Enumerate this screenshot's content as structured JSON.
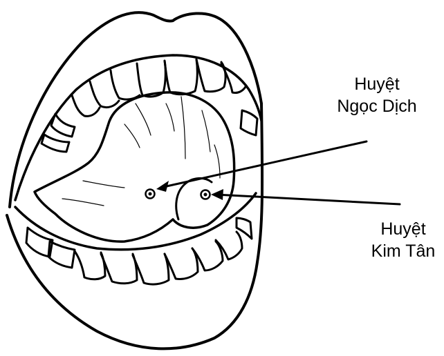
{
  "labels": {
    "ngoc_dich_line1": "Huyệt",
    "ngoc_dich_line2": "Ngọc Dịch",
    "kim_tan_line1": "Huyệt",
    "kim_tan_line2": "Kim Tân"
  },
  "colors": {
    "ink": "#000000",
    "paper": "#ffffff"
  }
}
